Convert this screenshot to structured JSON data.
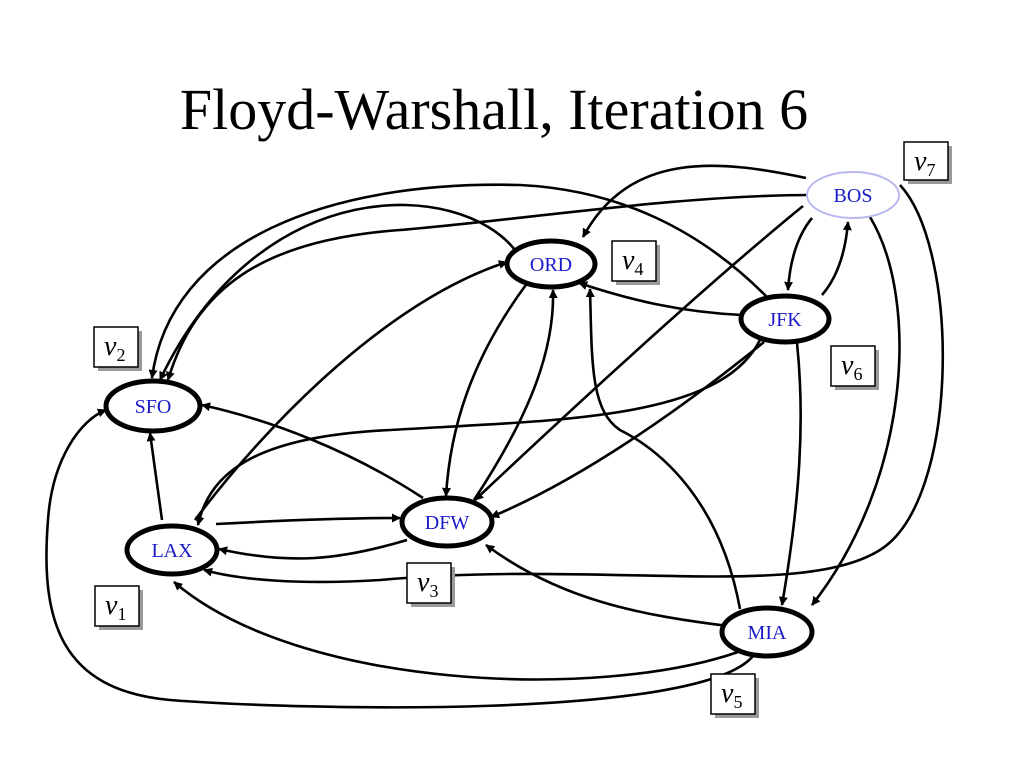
{
  "title": "Floyd-Warshall, Iteration 6",
  "colors": {
    "node_text": "#1a1ac8",
    "edge": "#000000",
    "bos_outline": "#b8b8f0",
    "label_shadow": "#9a9a9a"
  },
  "nodes": [
    {
      "id": "SFO",
      "label": "SFO",
      "var": "v",
      "sub": "2"
    },
    {
      "id": "LAX",
      "label": "LAX",
      "var": "v",
      "sub": "1"
    },
    {
      "id": "DFW",
      "label": "DFW",
      "var": "v",
      "sub": "3"
    },
    {
      "id": "ORD",
      "label": "ORD",
      "var": "v",
      "sub": "4"
    },
    {
      "id": "MIA",
      "label": "MIA",
      "var": "v",
      "sub": "5"
    },
    {
      "id": "JFK",
      "label": "JFK",
      "var": "v",
      "sub": "6"
    },
    {
      "id": "BOS",
      "label": "BOS",
      "var": "v",
      "sub": "7"
    }
  ],
  "edges": [
    {
      "from": "LAX",
      "to": "SFO"
    },
    {
      "from": "LAX",
      "to": "ORD"
    },
    {
      "from": "LAX",
      "to": "DFW"
    },
    {
      "from": "DFW",
      "to": "SFO"
    },
    {
      "from": "DFW",
      "to": "LAX"
    },
    {
      "from": "DFW",
      "to": "ORD"
    },
    {
      "from": "ORD",
      "to": "DFW"
    },
    {
      "from": "ORD",
      "to": "SFO"
    },
    {
      "from": "JFK",
      "to": "ORD"
    },
    {
      "from": "JFK",
      "to": "DFW"
    },
    {
      "from": "JFK",
      "to": "SFO"
    },
    {
      "from": "JFK",
      "to": "LAX"
    },
    {
      "from": "JFK",
      "to": "BOS"
    },
    {
      "from": "JFK",
      "to": "MIA"
    },
    {
      "from": "BOS",
      "to": "JFK"
    },
    {
      "from": "BOS",
      "to": "SFO"
    },
    {
      "from": "BOS",
      "to": "ORD"
    },
    {
      "from": "BOS",
      "to": "DFW"
    },
    {
      "from": "BOS",
      "to": "MIA"
    },
    {
      "from": "BOS",
      "to": "LAX"
    },
    {
      "from": "MIA",
      "to": "DFW"
    },
    {
      "from": "MIA",
      "to": "LAX"
    },
    {
      "from": "MIA",
      "to": "SFO"
    },
    {
      "from": "MIA",
      "to": "ORD"
    }
  ]
}
